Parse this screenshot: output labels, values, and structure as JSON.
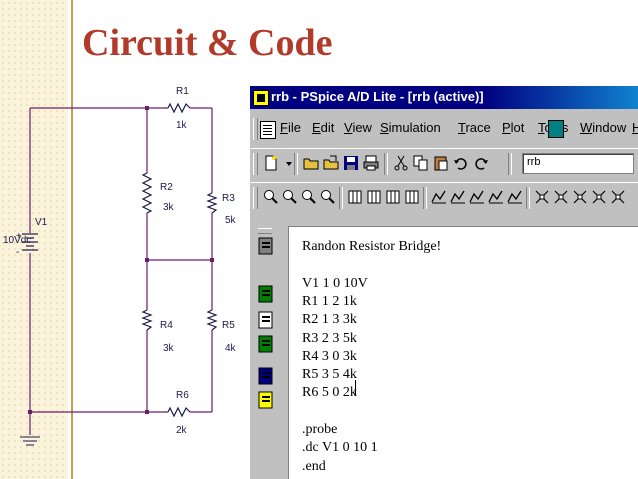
{
  "slide": {
    "title": "Circuit & Code"
  },
  "circuit": {
    "source": {
      "name": "V1",
      "value": "10Vdc"
    },
    "resistors": [
      {
        "name": "R1",
        "value": "1k"
      },
      {
        "name": "R2",
        "value": "3k"
      },
      {
        "name": "R3",
        "value": "5k"
      },
      {
        "name": "R4",
        "value": "3k"
      },
      {
        "name": "R5",
        "value": "4k"
      },
      {
        "name": "R6",
        "value": "2k"
      }
    ]
  },
  "window": {
    "title": "rrb - PSpice A/D Lite  - [rrb (active)]",
    "menu": [
      {
        "u": "F",
        "rest": "ile"
      },
      {
        "u": "E",
        "rest": "dit"
      },
      {
        "u": "V",
        "rest": "iew"
      },
      {
        "u": "S",
        "rest": "imulation"
      },
      {
        "u": "T",
        "rest": "race"
      },
      {
        "u": "P",
        "rest": "lot"
      },
      {
        "u": "T",
        "rest": "ools"
      },
      {
        "u": "W",
        "rest": "indow"
      },
      {
        "u": "H",
        "rest": "elp"
      }
    ],
    "profile_combo": "rrb",
    "toolbar1_icons": [
      "new-file-icon",
      "dropdown-arrow-icon",
      "open-folder-icon",
      "open-file-icon",
      "save-icon",
      "print-icon",
      "cut-icon",
      "copy-icon",
      "paste-icon",
      "undo-icon",
      "redo-icon"
    ],
    "toolbar2_icons": [
      "zoom-in-icon",
      "zoom-out-icon",
      "zoom-area-icon",
      "zoom-fit-icon",
      "log-x-icon",
      "fourier-icon",
      "performance-icon",
      "log-y-icon",
      "add-y-axis-icon",
      "add-trace-icon",
      "eval-goal-icon",
      "text-label-icon",
      "mark-label-icon",
      "toggle-cursor-icon",
      "cursor-peak-icon",
      "cursor-trough-icon",
      "cursor-slope-icon",
      "cursor-min-icon"
    ],
    "side_icons": [
      "simulate-icon",
      "netlist-icon",
      "output-file-icon",
      "simulation-settings-icon",
      "messages-icon",
      "output-window-icon"
    ],
    "code": [
      "Randon Resistor Bridge!",
      "",
      "V1 1 0 10V",
      "R1 1 2 1k",
      "R2 1 3 3k",
      "R3 2 3 5k",
      "R4 3 0 3k",
      "R5 3 5 4k",
      "R6 5 0 2k",
      "",
      ".probe",
      ".dc V1 0 10 1",
      ".end"
    ]
  }
}
